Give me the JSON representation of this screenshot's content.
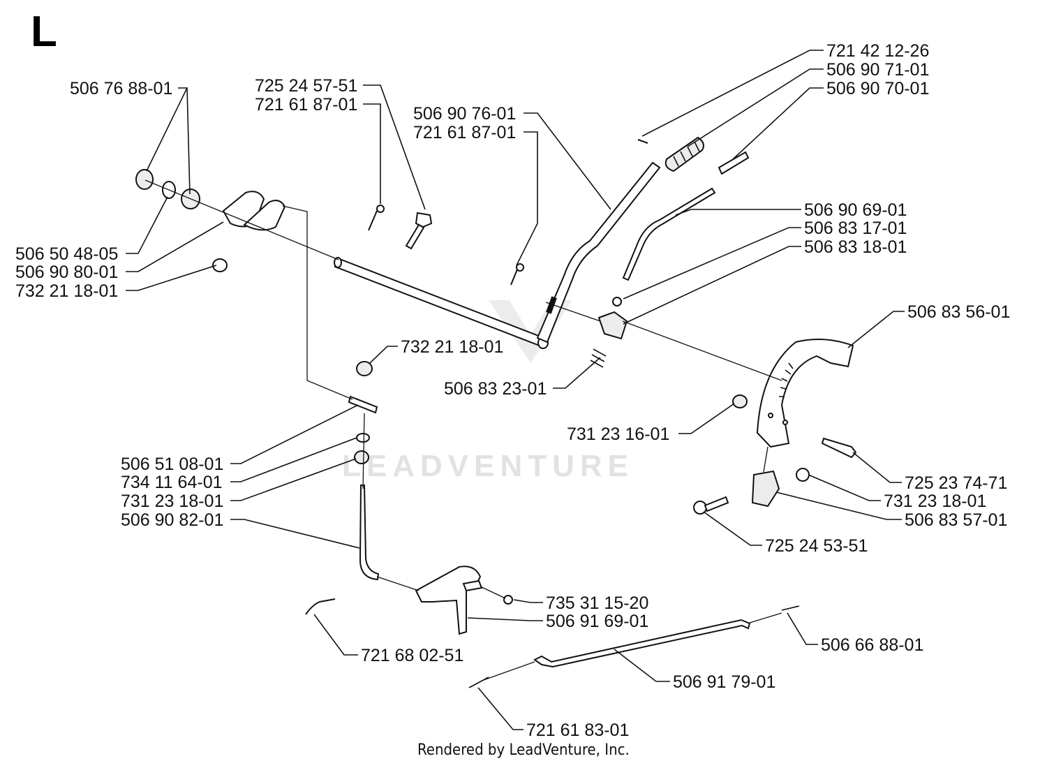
{
  "section_letter": "L",
  "watermark": "LEADVENTURE",
  "footer": "Rendered by LeadVenture, Inc.",
  "parts": [
    {
      "id": "p1",
      "label": "721 42 12-26"
    },
    {
      "id": "p2",
      "label": "506 90 71-01"
    },
    {
      "id": "p3",
      "label": "506 90 70-01"
    },
    {
      "id": "p4",
      "label": "506 76 88-01"
    },
    {
      "id": "p5",
      "label": "725 24 57-51"
    },
    {
      "id": "p6",
      "label": "721 61 87-01"
    },
    {
      "id": "p7",
      "label": "506 90 76-01"
    },
    {
      "id": "p8",
      "label": "721 61 87-01"
    },
    {
      "id": "p9",
      "label": "506 90 69-01"
    },
    {
      "id": "p10",
      "label": "506 83 17-01"
    },
    {
      "id": "p11",
      "label": "506 83 18-01"
    },
    {
      "id": "p12",
      "label": "506 50 48-05"
    },
    {
      "id": "p13",
      "label": "506 90 80-01"
    },
    {
      "id": "p14",
      "label": "732 21 18-01"
    },
    {
      "id": "p15",
      "label": "506 83 56-01"
    },
    {
      "id": "p16",
      "label": "732 21 18-01"
    },
    {
      "id": "p17",
      "label": "506 83 23-01"
    },
    {
      "id": "p18",
      "label": "731 23 16-01"
    },
    {
      "id": "p19",
      "label": "506 51 08-01"
    },
    {
      "id": "p20",
      "label": "734 11 64-01"
    },
    {
      "id": "p21",
      "label": "731 23 18-01"
    },
    {
      "id": "p22",
      "label": "506 90 82-01"
    },
    {
      "id": "p23",
      "label": "725 23 74-71"
    },
    {
      "id": "p24",
      "label": "731 23 18-01"
    },
    {
      "id": "p25",
      "label": "506 83 57-01"
    },
    {
      "id": "p26",
      "label": "725 24 53-51"
    },
    {
      "id": "p27",
      "label": "735 31 15-20"
    },
    {
      "id": "p28",
      "label": "506 91 69-01"
    },
    {
      "id": "p29",
      "label": "721 68 02-51"
    },
    {
      "id": "p30",
      "label": "506 66 88-01"
    },
    {
      "id": "p31",
      "label": "506 91 79-01"
    },
    {
      "id": "p32",
      "label": "721 61 83-01"
    }
  ]
}
